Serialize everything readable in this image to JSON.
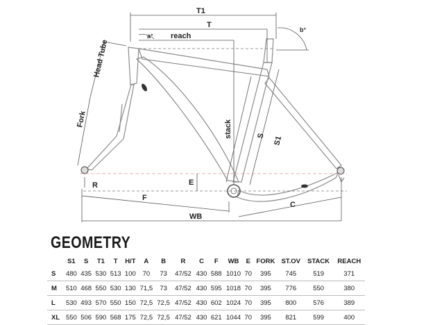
{
  "diagram": {
    "labels": {
      "t1": "T1",
      "t": "T",
      "reach": "reach",
      "a_angle": "a°",
      "b_angle": "b°",
      "head_tube": "Head Tube",
      "fork": "Fork",
      "stack": "stack",
      "s": "S",
      "s1": "S1",
      "e": "E",
      "r": "R",
      "f": "F",
      "c": "C",
      "wb": "WB"
    }
  },
  "geometry": {
    "title": "GEOMETRY",
    "columns": [
      "",
      "S1",
      "S",
      "T1",
      "T",
      "H/T",
      "A",
      "B",
      "R",
      "C",
      "F",
      "WB",
      "E",
      "FORK",
      "ST.OV",
      "STACK",
      "REACH"
    ],
    "rows": [
      [
        "S",
        "480",
        "435",
        "530",
        "513",
        "100",
        "70",
        "73",
        "47/52",
        "430",
        "588",
        "1010",
        "70",
        "395",
        "745",
        "519",
        "371"
      ],
      [
        "M",
        "510",
        "468",
        "550",
        "530",
        "130",
        "71,5",
        "73",
        "47/52",
        "430",
        "595",
        "1018",
        "70",
        "395",
        "776",
        "550",
        "380"
      ],
      [
        "L",
        "530",
        "493",
        "570",
        "550",
        "150",
        "72,5",
        "72,5",
        "47/52",
        "430",
        "602",
        "1024",
        "70",
        "395",
        "800",
        "576",
        "389"
      ],
      [
        "XL",
        "550",
        "506",
        "590",
        "568",
        "175",
        "72,5",
        "72,5",
        "47/52",
        "430",
        "621",
        "1044",
        "70",
        "395",
        "821",
        "599",
        "400"
      ]
    ]
  }
}
